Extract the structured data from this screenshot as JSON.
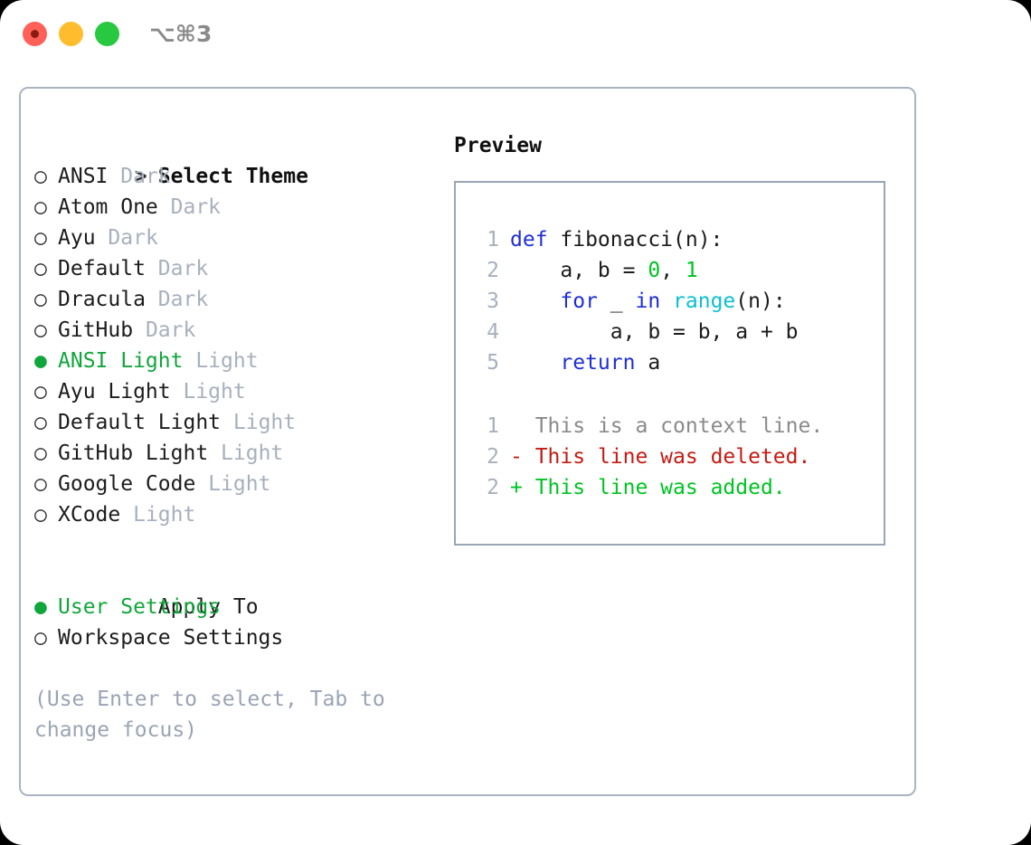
{
  "titlebar": {
    "shortcut_label": "⌥⌘3",
    "buttons": [
      {
        "name": "close",
        "color": "#ff6159"
      },
      {
        "name": "minimize",
        "color": "#ffbd2e"
      },
      {
        "name": "maximize",
        "color": "#28c840"
      }
    ]
  },
  "colors": {
    "accent_green": "#11a63b",
    "muted": "#a8b0bd",
    "hint": "#9ba4b4",
    "border": "#aab4c0",
    "preview_border": "#9aa6b4",
    "keyword_blue": "#1f2fd6",
    "function_cyan": "#0fbfcf",
    "number_green": "#00c423",
    "diff_delete_red": "#c41b13",
    "diff_add_green": "#00c423",
    "text": "#1c1c1c"
  },
  "markers": {
    "selected": "●",
    "unselected": "○",
    "cursor": ">"
  },
  "theme_section": {
    "heading": "Select Theme",
    "items": [
      {
        "name": "ANSI",
        "mode": "Dark",
        "selected": false
      },
      {
        "name": "Atom One",
        "mode": "Dark",
        "selected": false
      },
      {
        "name": "Ayu",
        "mode": "Dark",
        "selected": false
      },
      {
        "name": "Default",
        "mode": "Dark",
        "selected": false
      },
      {
        "name": "Dracula",
        "mode": "Dark",
        "selected": false
      },
      {
        "name": "GitHub",
        "mode": "Dark",
        "selected": false
      },
      {
        "name": "ANSI Light",
        "mode": "Light",
        "selected": true
      },
      {
        "name": "Ayu Light",
        "mode": "Light",
        "selected": false
      },
      {
        "name": "Default Light",
        "mode": "Light",
        "selected": false
      },
      {
        "name": "GitHub Light",
        "mode": "Light",
        "selected": false
      },
      {
        "name": "Google Code",
        "mode": "Light",
        "selected": false
      },
      {
        "name": "XCode",
        "mode": "Light",
        "selected": false
      }
    ]
  },
  "apply_section": {
    "heading": "Apply To",
    "items": [
      {
        "label": "User Settings",
        "selected": true
      },
      {
        "label": "Workspace Settings",
        "selected": false
      }
    ]
  },
  "hint": "(Use Enter to select, Tab to change focus)",
  "preview": {
    "title": "Preview",
    "code_lines": [
      {
        "lineno": "1",
        "tokens": [
          {
            "text": "def ",
            "type": "kw"
          },
          {
            "text": "fibonacci(n):",
            "type": "txt"
          }
        ]
      },
      {
        "lineno": "2",
        "tokens": [
          {
            "text": "    a, b = ",
            "type": "txt"
          },
          {
            "text": "0",
            "type": "num"
          },
          {
            "text": ", ",
            "type": "txt"
          },
          {
            "text": "1",
            "type": "num"
          }
        ]
      },
      {
        "lineno": "3",
        "tokens": [
          {
            "text": "    ",
            "type": "txt"
          },
          {
            "text": "for",
            "type": "kw"
          },
          {
            "text": " _ ",
            "type": "txt"
          },
          {
            "text": "in",
            "type": "kw"
          },
          {
            "text": " ",
            "type": "txt"
          },
          {
            "text": "range",
            "type": "fn"
          },
          {
            "text": "(n):",
            "type": "txt"
          }
        ]
      },
      {
        "lineno": "4",
        "tokens": [
          {
            "text": "        a, b = b, a + b",
            "type": "txt"
          }
        ]
      },
      {
        "lineno": "5",
        "tokens": [
          {
            "text": "    ",
            "type": "txt"
          },
          {
            "text": "return",
            "type": "kw"
          },
          {
            "text": " a",
            "type": "txt"
          }
        ]
      }
    ],
    "diff_lines": [
      {
        "lineno": "1",
        "sign": " ",
        "text": " This is a context line.",
        "type": "ctx"
      },
      {
        "lineno": "2",
        "sign": "-",
        "text": " This line was deleted.",
        "type": "del"
      },
      {
        "lineno": "2",
        "sign": "+",
        "text": " This line was added.",
        "type": "add"
      }
    ]
  }
}
